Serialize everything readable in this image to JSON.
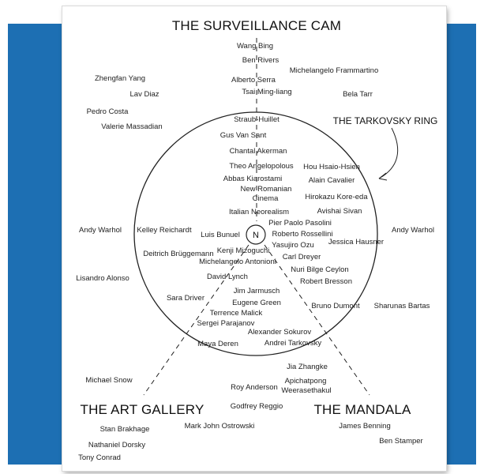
{
  "colors": {
    "side_band": "#1d6fb3",
    "sheet": "#ffffff",
    "ink": "#222222"
  },
  "titles": {
    "surveillance": "THE SURVEILLANCE CAM",
    "tarkovsky_ring": "THE TARKOVSKY RING",
    "art_gallery": "THE ART GALLERY",
    "mandala": "THE MANDALA"
  },
  "center_marker": "N",
  "names": {
    "wang_bing": "Wang Bing",
    "ben_rivers": "Ben Rivers",
    "michelangelo_frammartino": "Michelangelo Frammartino",
    "zhengfan_yang": "Zhengfan Yang",
    "alberto_serra": "Alberto Serra",
    "lav_diaz": "Lav Diaz",
    "tsai_ming_liang": "Tsai Ming-liang",
    "bela_tarr": "Bela Tarr",
    "pedro_costa": "Pedro Costa",
    "valerie_massadian": "Valerie Massadian",
    "straub_huillet": "Straub-Huillet",
    "gus_van_sant": "Gus Van Sant",
    "chantal_akerman": "Chantal Akerman",
    "theo_angelopoulos": "Theo Angelopolous",
    "hou_hsiao_hsien": "Hou Hsaio-Hsien",
    "abbas_kiarostami": "Abbas Kiarostami",
    "alain_cavalier": "Alain Cavalier",
    "new_romanian_1": "New Romanian",
    "new_romanian_2": "Cinema",
    "hirokazu_kore_eda": "Hirokazu Kore-eda",
    "avishai_sivan": "Avishai Sivan",
    "italian_neorealism": "Italian Neorealism",
    "pier_paolo_pasolini": "Pier Paolo Pasolini",
    "andy_warhol_left": "Andy Warhol",
    "kelley_reichardt": "Kelley Reichardt",
    "luis_bunuel": "Luis Bunuel",
    "roberto_rossellini": "Roberto Rossellini",
    "andy_warhol_right": "Andy Warhol",
    "jessica_hausner": "Jessica Hausner",
    "yasujiro_ozu": "Yasujiro Ozu",
    "deitrich_bruggemann": "Deitrich Brüggemann",
    "kenji_mizoguchi": "Kenji Mizoguchi",
    "carl_dreyer": "Carl Dreyer",
    "michelangelo_antonioni": "Michelangelo Antonioni",
    "nuri_bilge_ceylon": "Nuri Bilge Ceylon",
    "lisandro_alonso": "Lisandro Alonso",
    "david_lynch": "David Lynch",
    "robert_bresson": "Robert Bresson",
    "jim_jarmusch": "Jim Jarmusch",
    "sara_driver": "Sara Driver",
    "eugene_green": "Eugene Green",
    "bruno_dumont": "Bruno Dumont",
    "sharunas_bartas": "Sharunas Bartas",
    "terrence_malick": "Terrence Malick",
    "sergei_parajanov": "Sergei Parajanov",
    "alexander_sokurov": "Alexander Sokurov",
    "maya_deren": "Maya Deren",
    "andrei_tarkovsky": "Andrei Tarkovsky",
    "jia_zhangke": "Jia Zhangke",
    "michael_snow": "Michael Snow",
    "roy_anderson": "Roy Anderson",
    "apichatpong_1": "Apichatpong",
    "apichatpong_2": "Weerasethakul",
    "godfrey_reggio": "Godfrey Reggio",
    "stan_brakhage": "Stan Brakhage",
    "mark_john_ostrowski": "Mark John Ostrowski",
    "james_benning": "James Benning",
    "nathaniel_dorsky": "Nathaniel Dorsky",
    "ben_stamper": "Ben Stamper",
    "tony_conrad": "Tony Conrad"
  }
}
